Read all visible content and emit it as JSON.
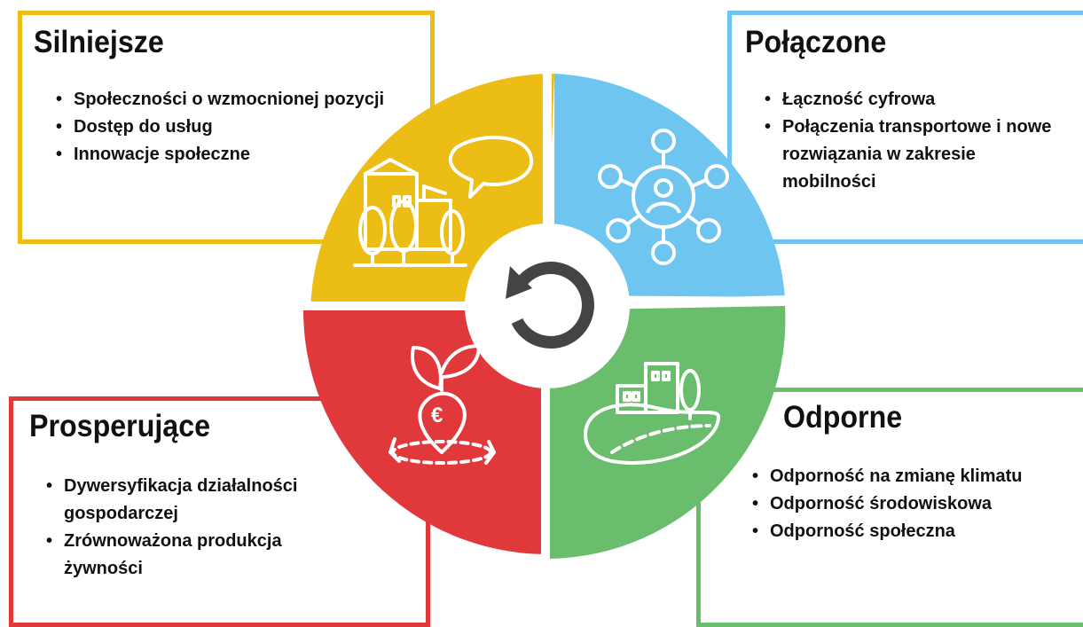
{
  "sections": {
    "top_left": {
      "title": "Silniejsze",
      "items": [
        "Społeczności o wzmocnionej pozycji",
        "Dostęp do usług",
        "Innowacje społeczne"
      ],
      "color": "#ebbd15"
    },
    "top_right": {
      "title": "Połączone",
      "items": [
        "Łączność cyfrowa",
        "Połączenia transportowe i nowe rozwiązania w zakresie mobilności"
      ],
      "color": "#6ec6f0"
    },
    "bottom_left": {
      "title": "Prosperujące",
      "items": [
        "Dywersyfikacja działalności gospodarczej",
        "Zrównoważona produkcja żywności"
      ],
      "color": "#e0383b"
    },
    "bottom_right": {
      "title": "Odporne",
      "items": [
        "Odporność na zmianę klimatu",
        "Odporność środowiskowa",
        "Odporność społeczna"
      ],
      "color": "#6bbd6e"
    }
  },
  "icons": {
    "top_left": "village-speech-bubble-icon",
    "top_right": "network-people-icon",
    "bottom_left": "euro-sprout-pin-icon",
    "bottom_right": "city-hill-icon",
    "center": "cycle-arrow-icon"
  }
}
